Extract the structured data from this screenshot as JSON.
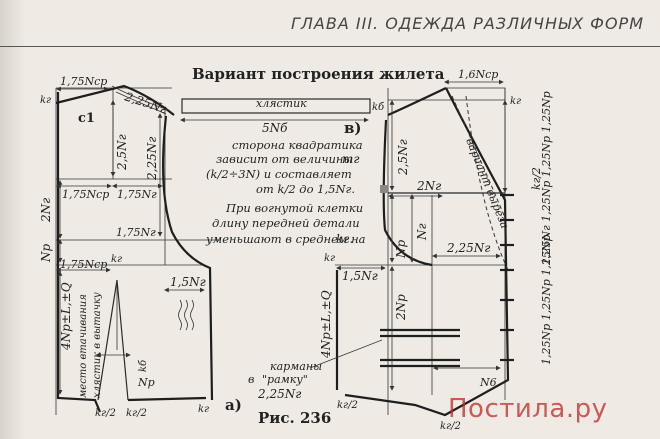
{
  "header": {
    "chapter_title": "ГЛАВА III. ОДЕЖДА РАЗЛИЧНЫХ ФОРМ"
  },
  "diagram": {
    "title": "Вариант построения жилета",
    "caption": "Рис. 236",
    "label_a": "а)",
    "label_v": "в)",
    "label_c1": "с1",
    "strip_label": "хлястик",
    "strip_dim": "5Nб",
    "strip_side": "kб",
    "note_lines": [
      "сторона квадратика",
      "зависит от величины",
      "(k/2÷3N) и составляет",
      "от k/2 до 1,5Nг.",
      "При вогнутой клетки",
      "длину передней детали",
      "уменьшают в среднем на"
    ],
    "note_var1": "mг",
    "note_var2": "kг.",
    "left": {
      "d_175ncp_top": "1,75Nср",
      "d_225ng_top": "2,25Nг",
      "d_kr_top": "kг",
      "d_25ng": "2,5Nг",
      "d_225ng_side": "2,25Nг",
      "d_175ncp_mid": "1,75Nср",
      "d_175ng_mid": "1,75Nг",
      "d_2ng": "2Nг",
      "d_175ng_arm": "1,75Nг",
      "d_np": "Nр",
      "d_175ncp_low": "1,75Nср",
      "d_kr_low": "kг",
      "d_15ng": "1,5Nг",
      "d_4np": "4Nр±L,±Q",
      "d_dart_note1": "место втачивания",
      "d_dart_note2": "хлястик в вытачку",
      "d_kb": "kб",
      "d_np_bottom": "Nр",
      "d_kr2_a": "kг/2",
      "d_kr2_b": "kг/2",
      "d_kr_bottom": "kг"
    },
    "right": {
      "d_16ncp": "1,6Nср",
      "d_kr_top": "kг",
      "d_variant": "вариант выреза",
      "d_25ng": "2,5Nг",
      "d_2ng": "2Nг",
      "d_kr_side": "kг/2",
      "d_125": "1,25Nг 1,25Nр 1,25Nр 1,25Nр",
      "d_np": "Nр",
      "d_nr": "Nг",
      "d_225ng": "2,25Nг",
      "d_kr_mid": "kг",
      "d_15ng": "1,5Nг",
      "d_4np": "4Nр±L,±Q",
      "d_2np": "2Nр",
      "d_pocket1": "карманы",
      "d_pocket2": "\"рамку\"",
      "d_pocket3": "в",
      "d_pocket4": "2,25Nг",
      "d_n6": "N6",
      "d_kr2_bottom": "kг/2",
      "d_kr2_right": "kг/2",
      "d_125np": "1,25Nр 1,25Nр 1,25Nр"
    }
  },
  "watermark": {
    "text": "Постила.ру"
  }
}
